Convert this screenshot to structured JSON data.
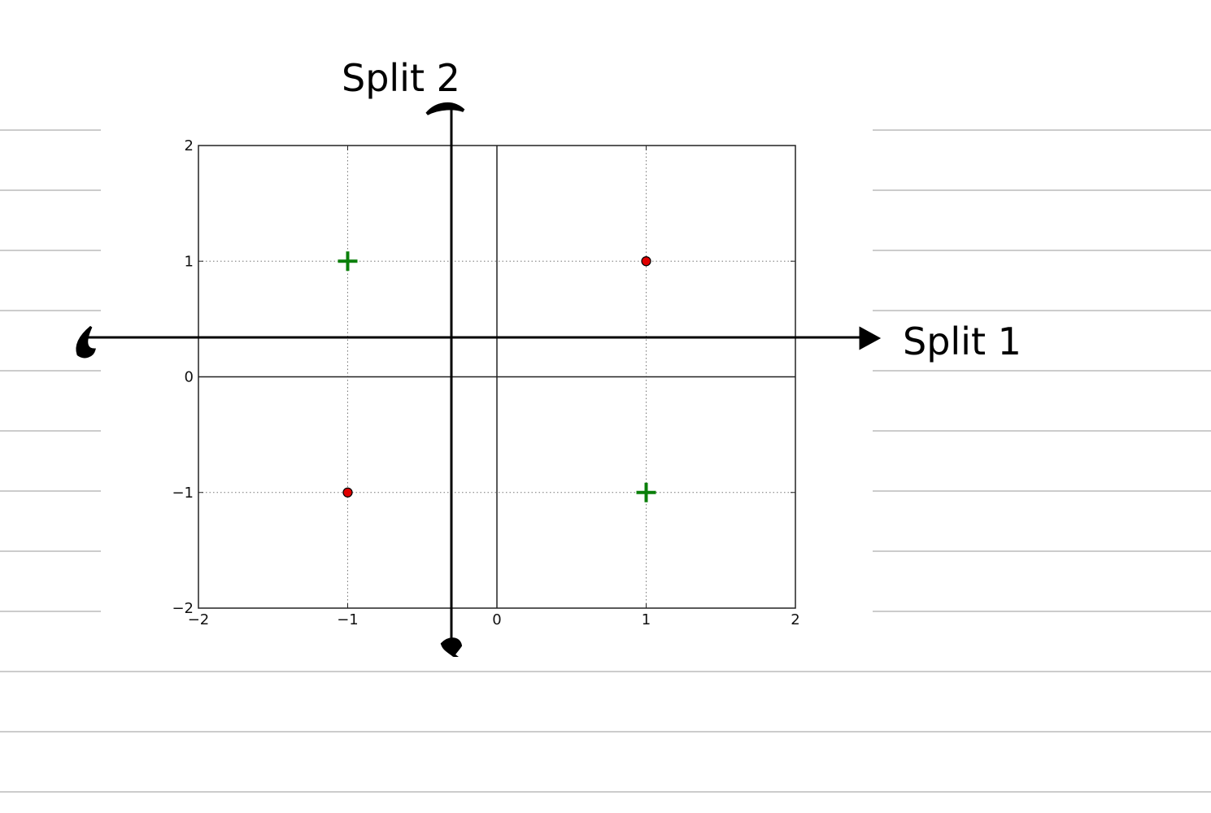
{
  "chart_data": {
    "type": "scatter",
    "xlim": [
      -2,
      2
    ],
    "ylim": [
      -2,
      2
    ],
    "xticks": [
      -2,
      -1,
      0,
      1,
      2
    ],
    "yticks": [
      -2,
      -1,
      0,
      1,
      2
    ],
    "xtick_labels": [
      "−2",
      "−1",
      "0",
      "1",
      "2"
    ],
    "ytick_labels": [
      "−2",
      "−1",
      "0",
      "1",
      "2"
    ],
    "grid": "dotted, at ±1",
    "series": [
      {
        "marker": "plus",
        "color": "#0a7f0a",
        "points": [
          [
            -1,
            1
          ],
          [
            1,
            -1
          ]
        ]
      },
      {
        "marker": "circle",
        "color": "#e00000",
        "points": [
          [
            1,
            1
          ],
          [
            -1,
            -1
          ]
        ]
      }
    ]
  },
  "annotations": {
    "split1_label": "Split 1",
    "split2_label": "Split 2"
  },
  "notebook": {
    "rule_color": "#cccccc"
  }
}
